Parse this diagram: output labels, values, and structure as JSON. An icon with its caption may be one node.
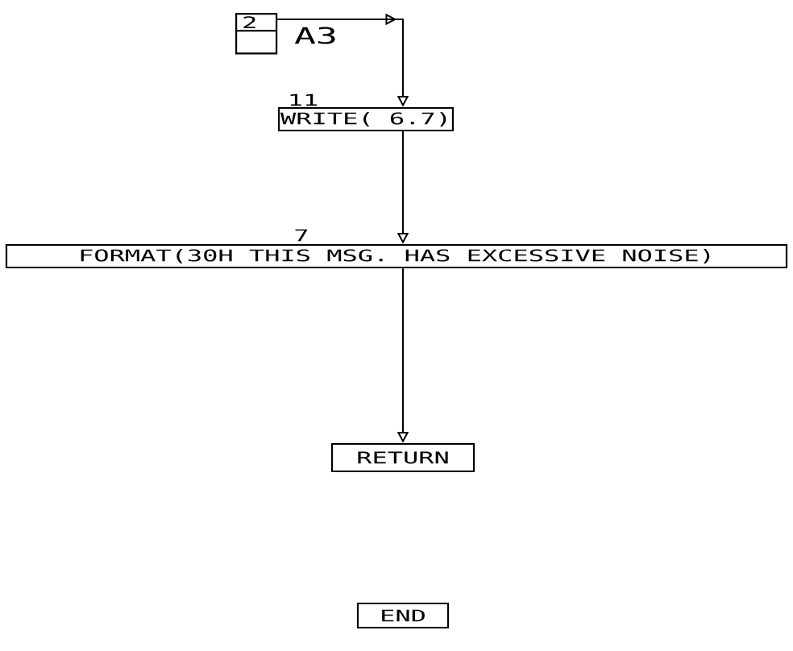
{
  "diagram": {
    "nodes": [
      {
        "text": [
          "2"
        ],
        "beside": [
          "A3"
        ]
      },
      {
        "text": [
          "WRITE( 6.7)"
        ],
        "beside": [
          "11"
        ]
      },
      {
        "text": [
          "FORMAT(30H THIS MSG. HAS EXCESSIVE NOISE)"
        ],
        "beside": [
          "7"
        ]
      },
      {
        "text": [
          "RETURN"
        ]
      },
      {
        "text": [
          "END"
        ]
      }
    ],
    "edges": [
      {
        "from": 0,
        "to": 1,
        "arrow": "to"
      },
      {
        "from": 1,
        "to": 2,
        "arrow": "to"
      },
      {
        "from": 2,
        "to": 3,
        "arrow": "to"
      }
    ]
  }
}
